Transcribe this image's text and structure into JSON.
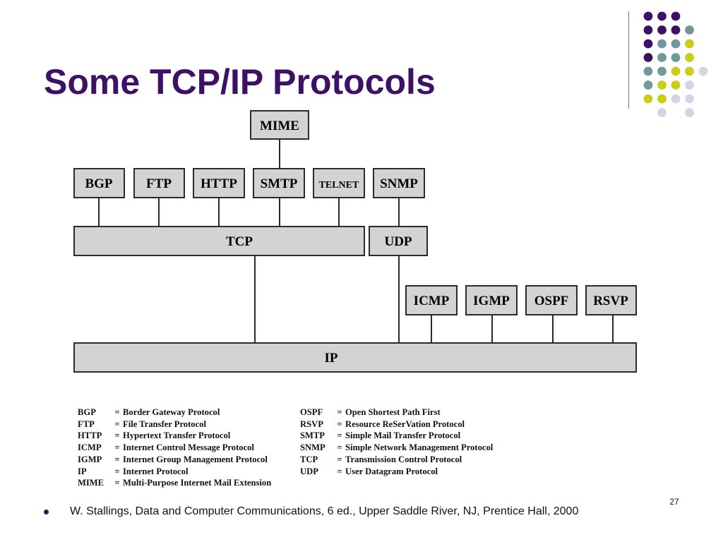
{
  "slide": {
    "title": "Some TCP/IP Protocols",
    "page_number": "27",
    "citation": "W. Stallings, Data and Computer Communications, 6 ed., Upper Saddle River, NJ, Prentice Hall, 2000"
  },
  "colors": {
    "title": "#3d1266",
    "box_fill": "#d3d3d3",
    "box_stroke": "#2b2b2b",
    "dots": [
      "#3d1266",
      "#6e9a9c",
      "#cccc1a",
      "#d4d4e6"
    ]
  },
  "diagram": {
    "top": {
      "mime": "MIME"
    },
    "application": {
      "bgp": "BGP",
      "ftp": "FTP",
      "http": "HTTP",
      "smtp": "SMTP",
      "telnet": "TELNET",
      "snmp": "SNMP"
    },
    "transport": {
      "tcp": "TCP",
      "udp": "UDP"
    },
    "routing": {
      "icmp": "ICMP",
      "igmp": "IGMP",
      "ospf": "OSPF",
      "rsvp": "RSVP"
    },
    "network": {
      "ip": "IP"
    }
  },
  "legend": {
    "left": [
      {
        "abbr": "BGP",
        "eq": "=",
        "full": "Border Gateway Protocol"
      },
      {
        "abbr": "FTP",
        "eq": "=",
        "full": "File Transfer Protocol"
      },
      {
        "abbr": "HTTP",
        "eq": "=",
        "full": "Hypertext Transfer Protocol"
      },
      {
        "abbr": "ICMP",
        "eq": "=",
        "full": "Internet Control Message Protocol"
      },
      {
        "abbr": "IGMP",
        "eq": "=",
        "full": "Internet Group Management Protocol"
      },
      {
        "abbr": "IP",
        "eq": "=",
        "full": "Internet Protocol"
      },
      {
        "abbr": "MIME",
        "eq": "=",
        "full": "Multi-Purpose Internet Mail Extension"
      }
    ],
    "right": [
      {
        "abbr": "OSPF",
        "eq": "=",
        "full": "Open Shortest Path First"
      },
      {
        "abbr": "RSVP",
        "eq": "=",
        "full": "Resource ReSerVation Protocol"
      },
      {
        "abbr": "SMTP",
        "eq": "=",
        "full": "Simple Mail Transfer Protocol"
      },
      {
        "abbr": "SNMP",
        "eq": "=",
        "full": "Simple Network Management Protocol"
      },
      {
        "abbr": "TCP",
        "eq": "=",
        "full": "Transmission Control Protocol"
      },
      {
        "abbr": "UDP",
        "eq": "=",
        "full": "User Datagram Protocol"
      }
    ]
  }
}
